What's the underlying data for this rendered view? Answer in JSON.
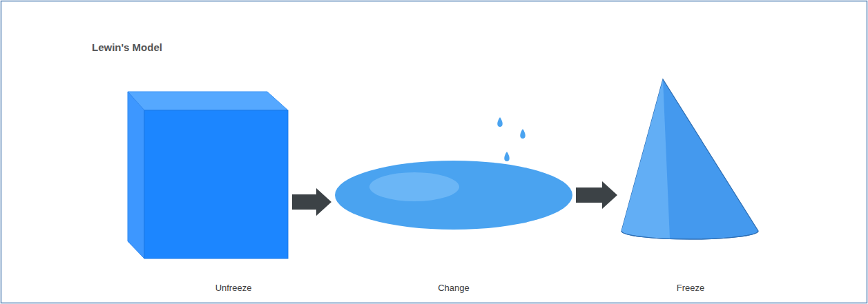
{
  "diagram": {
    "title": "Lewin's Model",
    "nodes": [
      {
        "text": [
          "Unfreeze"
        ]
      },
      {
        "text": [
          "Change"
        ]
      },
      {
        "text": [
          "Freeze"
        ]
      }
    ],
    "edges": [
      {
        "from": 0,
        "to": 1,
        "arrow": "to"
      },
      {
        "from": 1,
        "to": 2,
        "arrow": "to"
      }
    ]
  }
}
